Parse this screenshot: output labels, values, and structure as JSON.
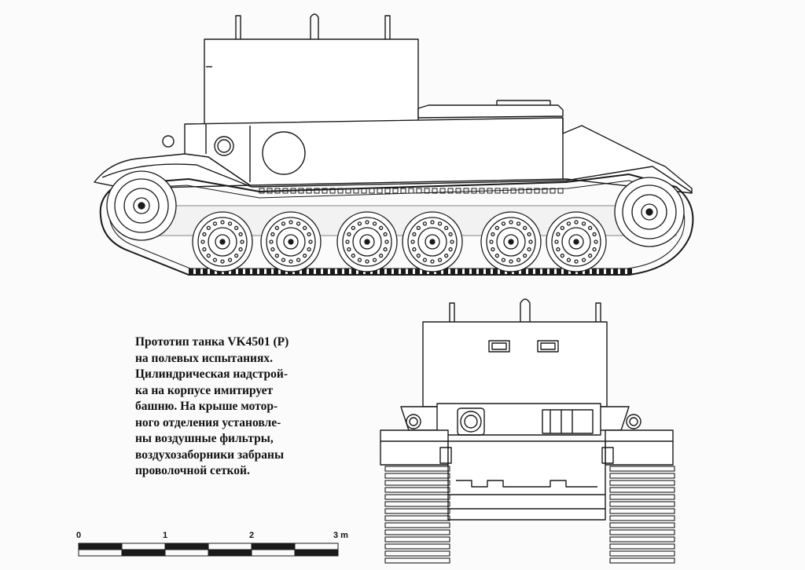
{
  "caption": {
    "lines": [
      "Прототип танка VK4501 (P)",
      "на полевых испытаниях.",
      "Цилиндрическая надстрой-",
      "ка на корпусе имитирует",
      "башню. На крыше мотор-",
      "ного отделения установле-",
      "ны воздушные фильтры,",
      "воздухозаборники забраны",
      "проволочной сеткой."
    ]
  },
  "scale_bar": {
    "labels": [
      "0",
      "1",
      "2",
      "3 m"
    ],
    "segments": 6
  },
  "colors": {
    "ink": "#1a1a1a",
    "paper": "#fbfbfb"
  }
}
